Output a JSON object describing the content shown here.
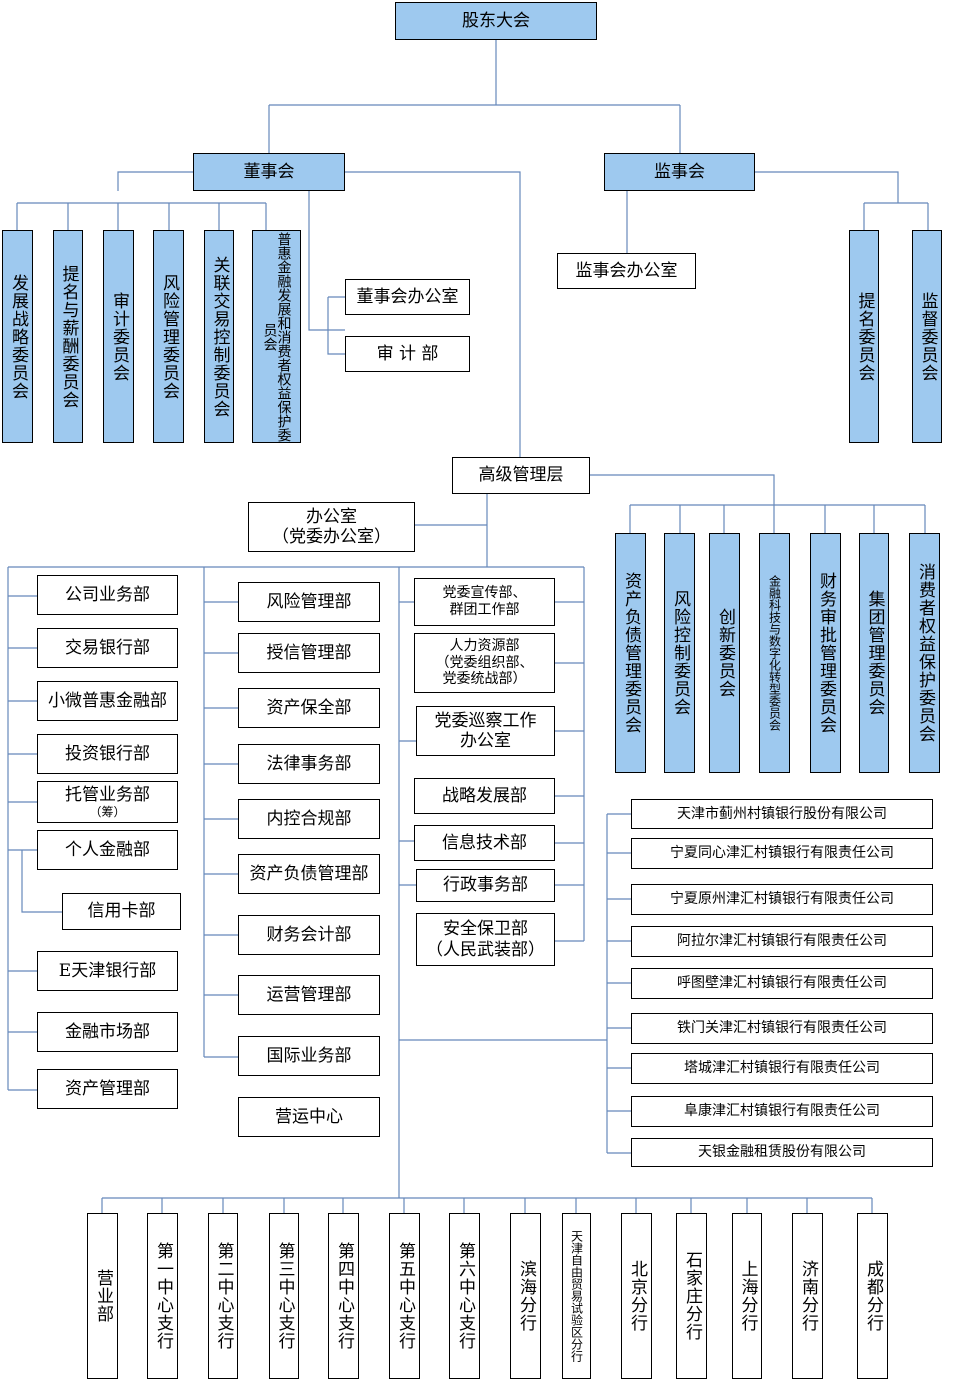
{
  "top": {
    "shareholders": "股东大会",
    "board": "董事会",
    "supervisors": "监事会",
    "senior_mgmt": "高级管理层"
  },
  "board_committees": [
    "发展战略委员会",
    "提名与薪酬委员会",
    "审计委员会",
    "风险管理委员会",
    "关联交易控制委员会",
    "普惠金融发展和消费者权益保护委员会"
  ],
  "board_offices": [
    "董事会办公室",
    "审 计 部"
  ],
  "supervisor_office": "监事会办公室",
  "supervisor_committees": [
    "提名委员会",
    "监督委员会"
  ],
  "office": {
    "line1": "办公室",
    "line2": "（党委办公室）"
  },
  "mgmt_committees": [
    "资产负债管理委员会",
    "风险控制委员会",
    "创新委员会",
    "金融科技与数字化转型委员会",
    "财务审批管理委员会",
    "集团管理委员会",
    "消费者权益保护委员会"
  ],
  "col1": [
    "公司业务部",
    "交易银行部",
    "小微普惠金融部",
    "投资银行部",
    "托管业务部",
    "个人金融部",
    "信用卡部",
    "E天津银行部",
    "金融市场部",
    "资产管理部"
  ],
  "col1_note": "（筹）",
  "col2": [
    "风险管理部",
    "授信管理部",
    "资产保全部",
    "法律事务部",
    "内控合规部",
    "资产负债管理部",
    "财务会计部",
    "运营管理部",
    "国际业务部",
    "营运中心"
  ],
  "col3": [
    "党委宣传部、群团工作部",
    "人力资源部（党委组织部、党委统战部）",
    "党委巡察工作办公室",
    "战略发展部",
    "信息技术部",
    "行政事务部",
    "安全保卫部（人民武装部）"
  ],
  "col3_lines": [
    [
      "党委宣传部、",
      "群团工作部"
    ],
    [
      "人力资源部",
      "（党委组织部、",
      "党委统战部）"
    ],
    [
      "党委巡察工作",
      "办公室"
    ],
    [
      "战略发展部"
    ],
    [
      "信息技术部"
    ],
    [
      "行政事务部"
    ],
    [
      "安全保卫部",
      "（人民武装部）"
    ]
  ],
  "subsidiaries": [
    "天津市蓟州村镇银行股份有限公司",
    "宁夏同心津汇村镇银行有限责任公司",
    "宁夏原州津汇村镇银行有限责任公司",
    "阿拉尔津汇村镇银行有限责任公司",
    "呼图壁津汇村镇银行有限责任公司",
    "铁门关津汇村镇银行有限责任公司",
    "塔城津汇村镇银行有限责任公司",
    "阜康津汇村镇银行有限责任公司",
    "天银金融租赁股份有限公司"
  ],
  "branches": [
    "营业部",
    "第一中心支行",
    "第二中心支行",
    "第三中心支行",
    "第四中心支行",
    "第五中心支行",
    "第六中心支行",
    "滨海分行",
    "天津自由贸易试验区分行",
    "北京分行",
    "石家庄分行",
    "上海分行",
    "济南分行",
    "成都分行"
  ],
  "colors": {
    "fill": "#9ec9ef",
    "line": "#6688bb",
    "border": "#000000"
  }
}
